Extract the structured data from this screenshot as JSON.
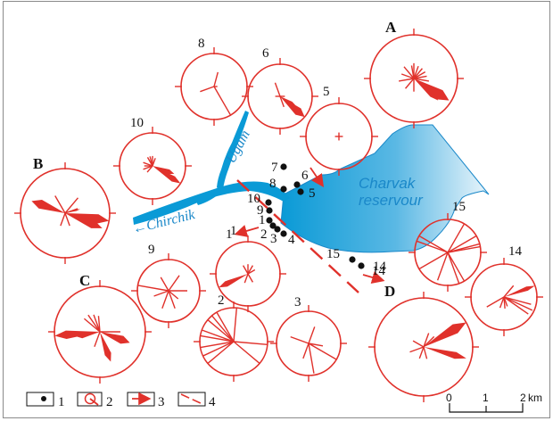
{
  "map": {
    "reservoir_label_1": "Charvak",
    "reservoir_label_2": "reservour",
    "river_chirchik": "←Chirchik",
    "river_ugam": "Ugam",
    "colors": {
      "rose": "#e0312b",
      "water": "#0a9ad6",
      "water_light": "#d6ecf7",
      "text": "#111111",
      "points": "#111111"
    }
  },
  "roses": [
    {
      "id": "A",
      "label": "A",
      "type": "summary"
    },
    {
      "id": "B",
      "label": "B",
      "type": "summary"
    },
    {
      "id": "C",
      "label": "C",
      "type": "summary"
    },
    {
      "id": "D",
      "label": "D",
      "type": "summary"
    },
    {
      "id": "1",
      "label": "1",
      "type": "site"
    },
    {
      "id": "2",
      "label": "2",
      "type": "site"
    },
    {
      "id": "3",
      "label": "3",
      "type": "site"
    },
    {
      "id": "5",
      "label": "5",
      "type": "site"
    },
    {
      "id": "6",
      "label": "6",
      "type": "site"
    },
    {
      "id": "8",
      "label": "8",
      "type": "site"
    },
    {
      "id": "9",
      "label": "9",
      "type": "site"
    },
    {
      "id": "10",
      "label": "10",
      "type": "site"
    },
    {
      "id": "14",
      "label": "14",
      "type": "site"
    },
    {
      "id": "15",
      "label": "15",
      "type": "site"
    }
  ],
  "sites": [
    {
      "label": "1"
    },
    {
      "label": "2"
    },
    {
      "label": "3"
    },
    {
      "label": "4"
    },
    {
      "label": "5"
    },
    {
      "label": "6"
    },
    {
      "label": "7"
    },
    {
      "label": "8"
    },
    {
      "label": "9"
    },
    {
      "label": "10"
    },
    {
      "label": "14"
    },
    {
      "label": "15"
    }
  ],
  "arrow_labels": {
    "a1": "1",
    "a14": "14"
  },
  "legend": [
    {
      "key": "1",
      "symbol": "observation-point"
    },
    {
      "key": "2",
      "symbol": "rose-diagram"
    },
    {
      "key": "3",
      "symbol": "displacement-arrow"
    },
    {
      "key": "4",
      "symbol": "fault-line"
    }
  ],
  "scale": {
    "ticks": [
      "0",
      "1",
      "2"
    ],
    "unit": "km"
  }
}
